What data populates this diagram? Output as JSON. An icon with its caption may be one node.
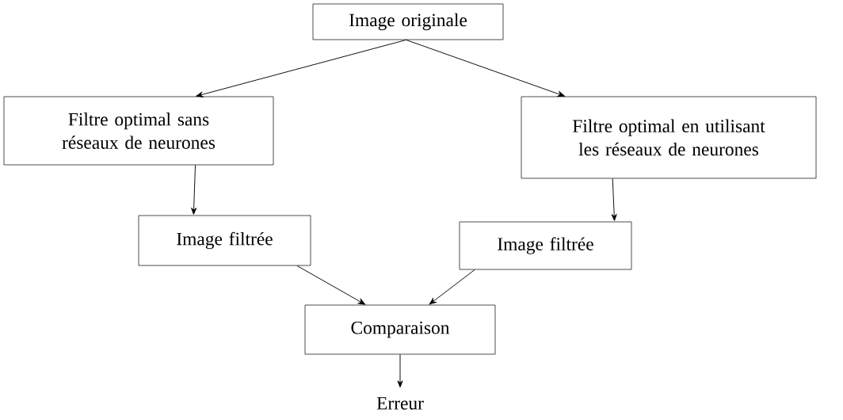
{
  "diagram": {
    "nodes": [
      {
        "text": [
          "Image originale"
        ]
      },
      {
        "text": [
          "Filtre optimal sans réseaux de neurones"
        ]
      },
      {
        "text": [
          "Filtre optimal en utilisant les réseaux de neurones"
        ]
      },
      {
        "text": [
          "Image filtrée"
        ]
      },
      {
        "text": [
          "Image filtrée"
        ]
      },
      {
        "text": [
          "Comparaison"
        ]
      },
      {
        "text": [
          "Erreur"
        ]
      }
    ],
    "edges": [
      {
        "from": 0,
        "to": 1,
        "arrow": "to"
      },
      {
        "from": 0,
        "to": 2,
        "arrow": "to"
      },
      {
        "from": 1,
        "to": 3,
        "arrow": "to"
      },
      {
        "from": 2,
        "to": 4,
        "arrow": "to"
      },
      {
        "from": 3,
        "to": 5,
        "arrow": "to"
      },
      {
        "from": 4,
        "to": 5,
        "arrow": "to"
      },
      {
        "from": 5,
        "to": 6,
        "arrow": "to"
      }
    ]
  }
}
